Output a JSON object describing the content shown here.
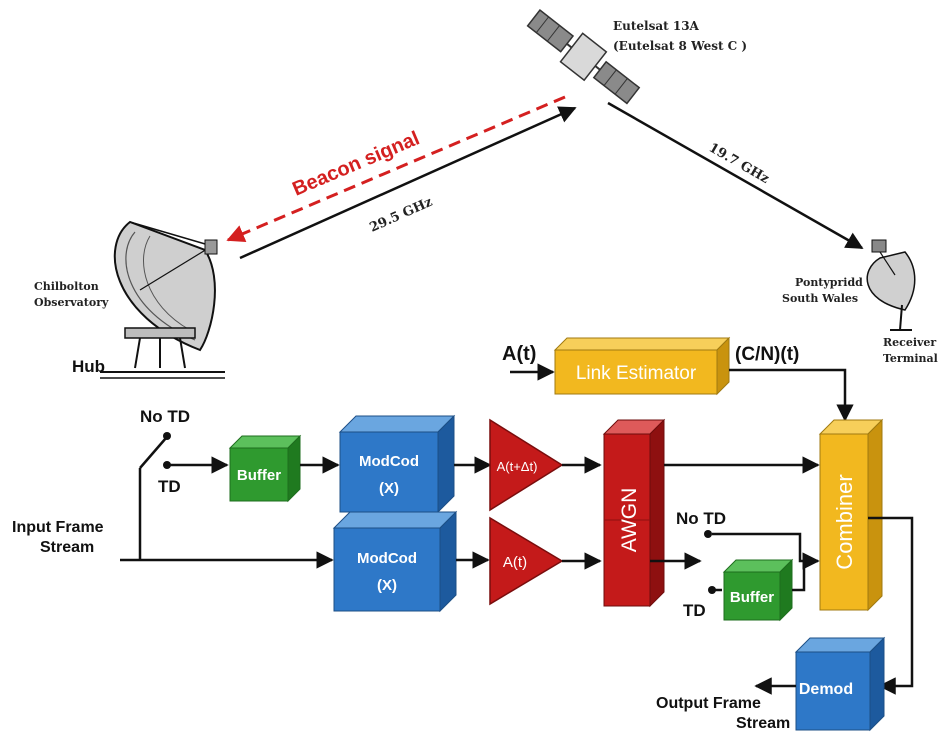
{
  "satellite": {
    "name": "Eutelsat 13A",
    "alias": "(Eutelsat 8 West C )"
  },
  "links": {
    "uplink_freq": "29.5 GHz",
    "downlink_freq": "19.7 GHz",
    "beacon": "Beacon signal"
  },
  "ground": {
    "hub_site_line1": "Chilbolton",
    "hub_site_line2": "Observatory",
    "hub_label": "Hub",
    "receiver_site_line1": "Pontypridd",
    "receiver_site_line2": "South Wales",
    "receiver_line1": "Receiver",
    "receiver_line2": "Terminal"
  },
  "blocks": {
    "link_estimator": "Link Estimator",
    "input_at": "A(t)",
    "output_cn": "(C/N)(t)",
    "buffer_top": "Buffer",
    "buffer_bottom": "Buffer",
    "modcod_top_line1": "ModCod",
    "modcod_top_line2": "(X)",
    "modcod_bottom_line1": "ModCod",
    "modcod_bottom_line2": "(X)",
    "amp_top": "A(t+Δt)",
    "amp_bottom": "A(t)",
    "awgn": "AWGN",
    "combiner": "Combiner",
    "demod": "Demod"
  },
  "switches": {
    "no_td_top": "No TD",
    "td_top": "TD",
    "no_td_bottom": "No TD",
    "td_bottom": "TD"
  },
  "io": {
    "input_line1": "Input Frame",
    "input_line2": "Stream",
    "output_line1": "Output Frame",
    "output_line2": "Stream"
  },
  "colors": {
    "beacon": "#d42020",
    "blue": "#2e78c8",
    "green": "#2f9a2f",
    "red": "#c41a1a",
    "yellow": "#f2b81f"
  }
}
